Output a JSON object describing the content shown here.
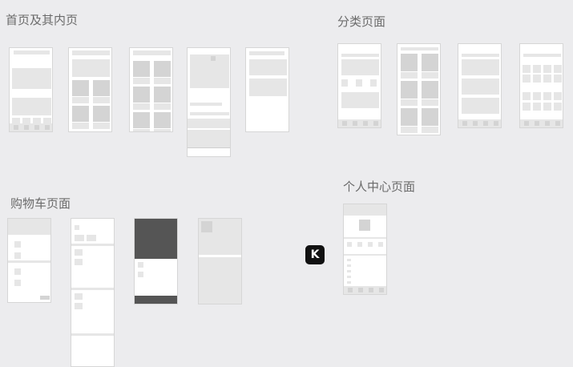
{
  "sections": {
    "home": {
      "title": "首页及其内页"
    },
    "category": {
      "title": "分类页面"
    },
    "cart": {
      "title": "购物车页面"
    },
    "profile": {
      "title": "个人中心页面"
    }
  },
  "app_icon": {
    "name": "k-app-icon",
    "glyph": "K"
  },
  "colors": {
    "canvas": "#ececee",
    "frame": "#ffffff",
    "block": "#e6e6e6",
    "title": "#6b6b6b"
  }
}
